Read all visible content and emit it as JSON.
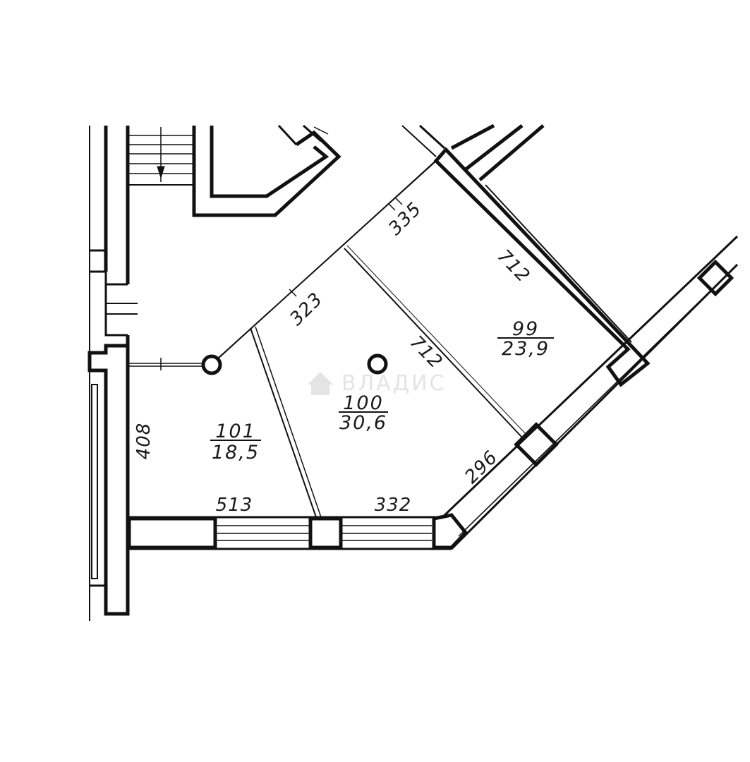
{
  "watermark": "ВЛАДИС",
  "rooms": [
    {
      "id": "101",
      "area": "18,5"
    },
    {
      "id": "100",
      "area": "30,6"
    },
    {
      "id": "99",
      "area": "23,9"
    }
  ],
  "dimensions": {
    "left_wall": "408",
    "bottom_left": "513",
    "bottom_right": "332",
    "diagonal_right": "296",
    "top_diagonal_a": "335",
    "top_diagonal_b": "323",
    "partition_a": "712",
    "partition_b": "712"
  },
  "colors": {
    "line": "#111111",
    "background": "#ffffff",
    "watermark": "#e4e4e4"
  }
}
